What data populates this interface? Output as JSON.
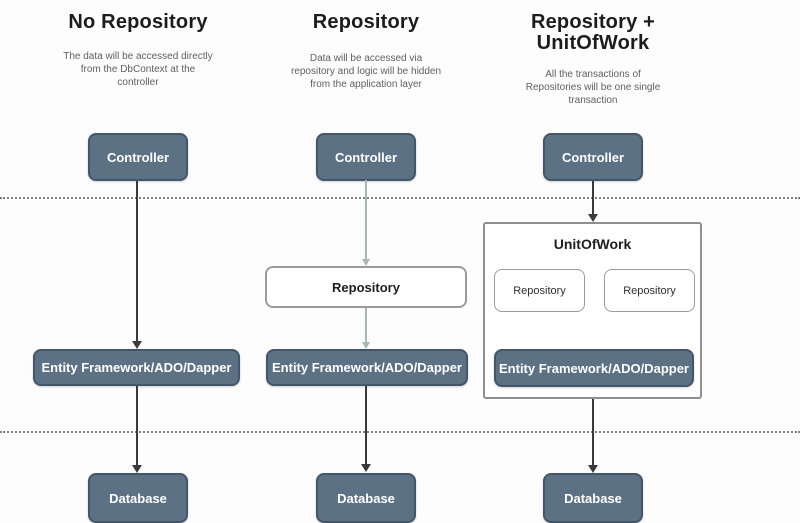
{
  "columns": [
    {
      "title": "No Repository",
      "description_lines": [
        "The data will be accessed directly",
        "from the DbContext at the",
        "controller"
      ],
      "controller_label": "Controller",
      "ef_label": "Entity Framework/ADO/Dapper",
      "database_label": "Database"
    },
    {
      "title": "Repository",
      "description_lines": [
        "Data will be accessed via",
        "repository and logic will be hidden",
        "from the application layer"
      ],
      "controller_label": "Controller",
      "repository_label": "Repository",
      "ef_label": "Entity Framework/ADO/Dapper",
      "database_label": "Database"
    },
    {
      "title": "Repository + UnitOfWork",
      "description_lines": [
        "All the transactions of",
        "Repositories will be one single",
        "transaction"
      ],
      "controller_label": "Controller",
      "unitofwork_label": "UnitOfWork",
      "repositories": [
        "Repository",
        "Repository"
      ],
      "ef_label": "Entity Framework/ADO/Dapper",
      "database_label": "Database"
    }
  ],
  "colors": {
    "dark_box_fill": "#5d7185",
    "dark_box_border": "#44566a",
    "light_box_border": "#9b9b9b",
    "container_border": "#8f8f8f",
    "arrow_dark": "#3a3a3a",
    "arrow_light": "#a7b8b0",
    "dotted_line": "#7e7e7e",
    "title_text": "#1c1c1c",
    "description_text": "#5f5f5f"
  }
}
